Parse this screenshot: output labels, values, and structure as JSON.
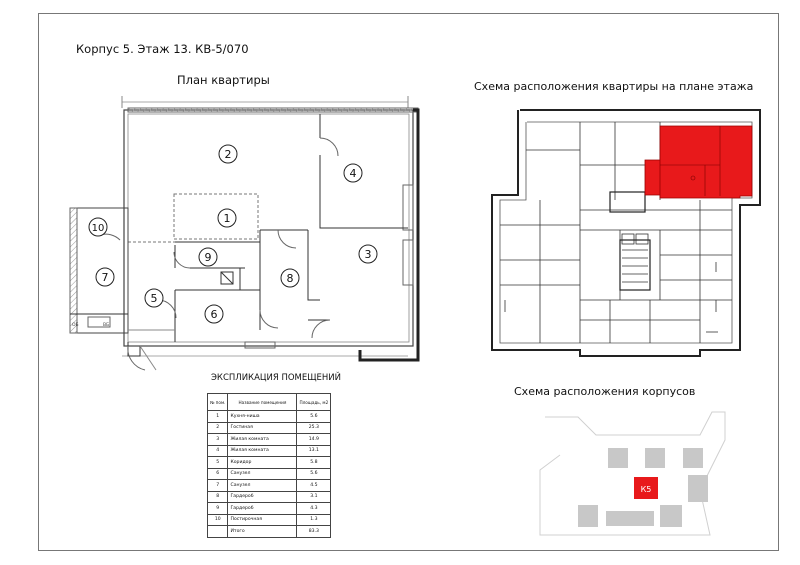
{
  "header": "Корпус 5. Этаж 13. КВ-5/070",
  "plan_title": "План квартиры",
  "scheme_title": "Схема расположения квартиры на плане этажа",
  "blocks_title": "Схема расположения корпусов",
  "explication": {
    "title": "ЭКСПЛИКАЦИЯ ПОМЕЩЕНИЙ",
    "columns": [
      "№ пом.",
      "Название помещения",
      "Площадь, м2"
    ],
    "rows": [
      {
        "n": "1",
        "name": "Кухня-ниша",
        "area": "5.6"
      },
      {
        "n": "2",
        "name": "Гостиная",
        "area": "25.3"
      },
      {
        "n": "3",
        "name": "Жилая комната",
        "area": "14.9"
      },
      {
        "n": "4",
        "name": "Жилая комната",
        "area": "13.1"
      },
      {
        "n": "5",
        "name": "Коридор",
        "area": "5.8"
      },
      {
        "n": "6",
        "name": "Санузел",
        "area": "5.6"
      },
      {
        "n": "7",
        "name": "Санузел",
        "area": "4.5"
      },
      {
        "n": "8",
        "name": "Гардероб",
        "area": "3.1"
      },
      {
        "n": "9",
        "name": "Гардероб",
        "area": "4.3"
      },
      {
        "n": "10",
        "name": "Постирочная",
        "area": "1.3"
      }
    ],
    "total_label": "Итого",
    "total_area": "83.3"
  },
  "rooms": [
    "1",
    "2",
    "3",
    "4",
    "5",
    "6",
    "7",
    "8",
    "9",
    "10"
  ],
  "balcony_labels": {
    "left": "ОБ",
    "right": "ВБ"
  },
  "block_label": "К5",
  "colors": {
    "highlight": "#e8191b",
    "wall": "#222222",
    "block": "#c8c8c8"
  }
}
